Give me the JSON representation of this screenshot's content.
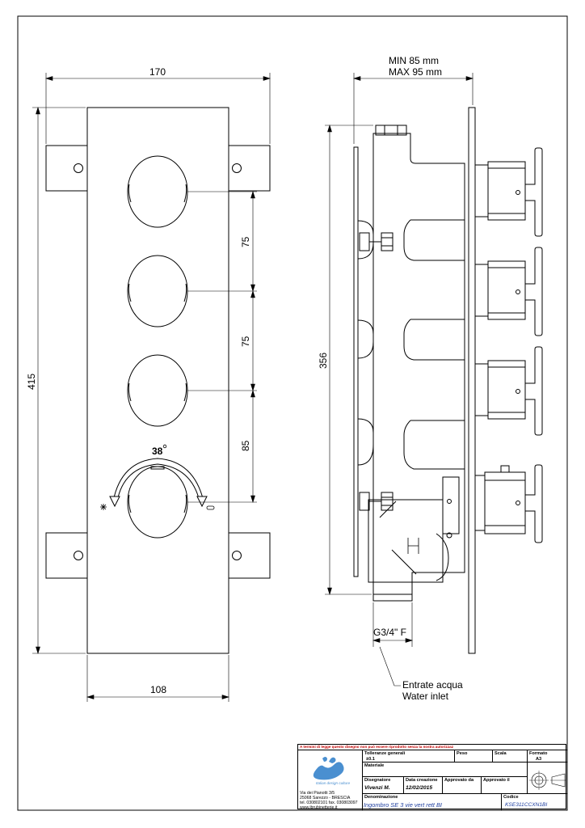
{
  "dimensions": {
    "front_width": "170",
    "front_height": "415",
    "front_bottom_width": "108",
    "spacing_1": "75",
    "spacing_2": "75",
    "spacing_3": "85",
    "thermo_temp": "38",
    "side_depth_min": "MIN 85 mm",
    "side_depth_max": "MAX 95 mm",
    "side_height": "356",
    "inlet_thread": "G3/4\" F"
  },
  "callout": {
    "line1": "Entrate acqua",
    "line2": "Water inlet"
  },
  "titleblock": {
    "warning": "A termini di legge questo disegno non può essere riprodotto senza la nostra autorizzazione",
    "tolleranze_label": "Tolleranze generali",
    "tolleranze_value": "±0.1",
    "peso_label": "Peso",
    "scala_label": "Scala",
    "formato_label": "Formato",
    "formato_value": "A3",
    "materiale_label": "Materiale",
    "disegnatore_label": "Disegnatore",
    "disegnatore_value": "Vivenzi M.",
    "data_label": "Data creazione",
    "data_value": "12/02/2015",
    "approvato_da_label": "Approvato da",
    "approvato_il_label": "Approvato il",
    "denominazione_label": "Denominazione",
    "denominazione_value": "Ingombro SE 3 vie vert rett BI",
    "codice_label": "Codice",
    "codice_value": "KSE311CCXN1BI",
    "logo_tagline": "Italian design culture",
    "address_1": "Via dei Pianotti 3/5",
    "address_2": "25068 Sarezzo - BRESCIA",
    "address_3": "tel. 030802101 fax. 030803097",
    "address_4": "www.ibrubinetterie.it"
  }
}
